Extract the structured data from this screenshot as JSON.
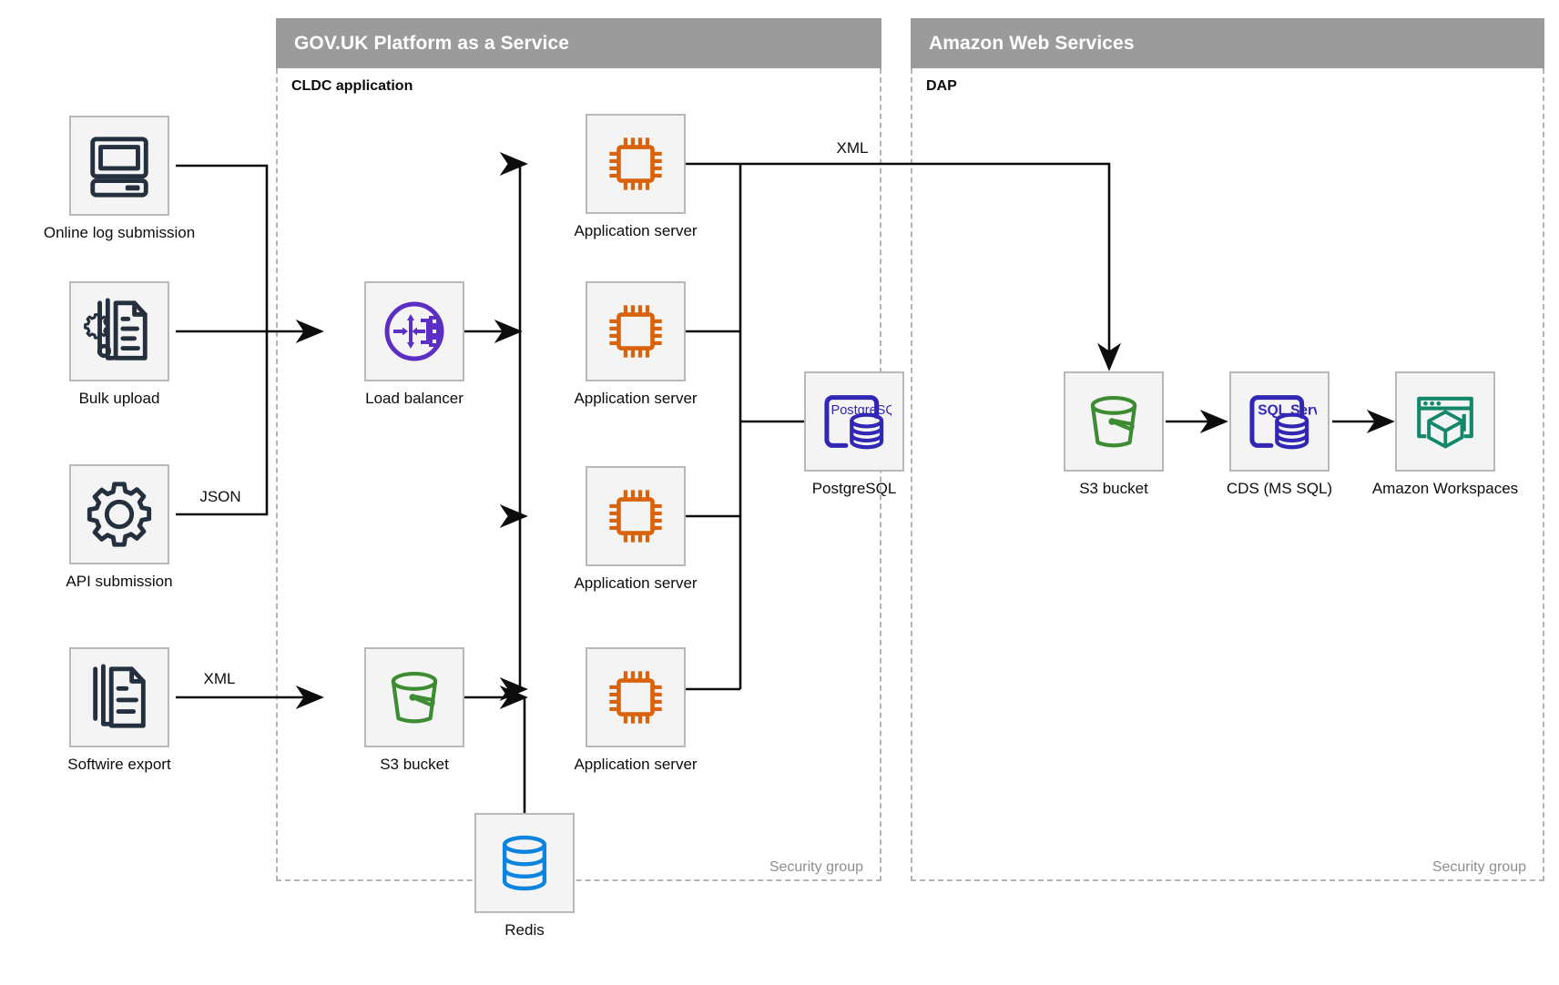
{
  "groups": [
    {
      "id": "paas",
      "title": "GOV.UK Platform as a Service",
      "sublabel": "CLDC application",
      "security_label": "Security group"
    },
    {
      "id": "aws",
      "title": "Amazon Web Services",
      "sublabel": "DAP",
      "security_label": "Security group"
    }
  ],
  "nodes": {
    "online_log": {
      "label": "Online log submission",
      "icon": "desktop-computer-icon"
    },
    "bulk_upload": {
      "label": "Bulk upload",
      "icon": "documents-gear-icon"
    },
    "api_submission": {
      "label": "API submission",
      "icon": "gear-icon"
    },
    "softwire_export": {
      "label": "Softwire export",
      "icon": "document-stack-icon"
    },
    "load_balancer": {
      "label": "Load balancer",
      "icon": "load-balancer-icon"
    },
    "s3_paas": {
      "label": "S3 bucket",
      "icon": "s3-bucket-icon"
    },
    "app1": {
      "label": "Application server",
      "icon": "cpu-chip-icon"
    },
    "app2": {
      "label": "Application server",
      "icon": "cpu-chip-icon"
    },
    "app3": {
      "label": "Application server",
      "icon": "cpu-chip-icon"
    },
    "app4": {
      "label": "Application server",
      "icon": "cpu-chip-icon"
    },
    "postgres": {
      "label": "PostgreSQL",
      "icon": "postgresql-icon",
      "icon_text": "PostgreSQL"
    },
    "redis": {
      "label": "Redis",
      "icon": "redis-database-icon"
    },
    "s3_aws": {
      "label": "S3 bucket",
      "icon": "s3-bucket-icon"
    },
    "cds": {
      "label": "CDS (MS SQL)",
      "icon": "sql-server-icon",
      "icon_text": "SQL Server"
    },
    "workspaces": {
      "label": "Amazon Workspaces",
      "icon": "amazon-workspaces-icon"
    }
  },
  "edge_labels": {
    "json": "JSON",
    "xml_softwire": "XML",
    "xml_dap": "XML"
  },
  "colors": {
    "header_gray": "#9b9b9b",
    "box_fill": "#f4f4f4",
    "box_border": "#b8b8b8",
    "dashed_border": "#b3b3b3",
    "wire": "#0b0c0c",
    "dark_navy": "#25303f",
    "orange": "#d9620a",
    "purple": "#5b2ec4",
    "indigo": "#3226b5",
    "green": "#3d8b33",
    "teal": "#12876a",
    "blue": "#0b84e0",
    "security_text": "#8e8e8e"
  }
}
